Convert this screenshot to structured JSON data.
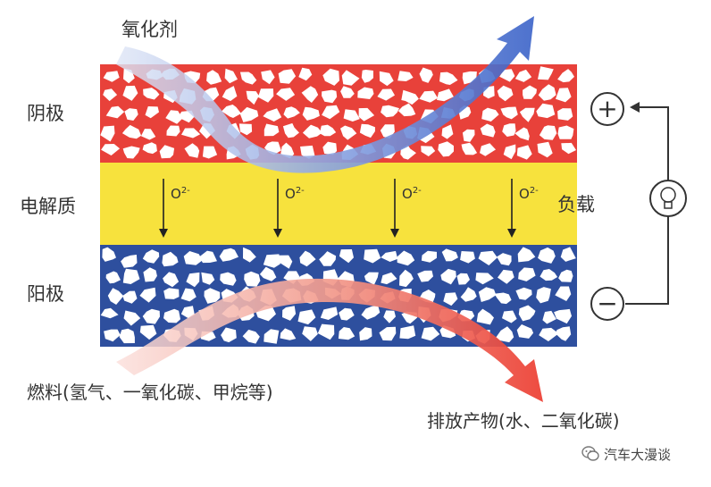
{
  "labels": {
    "oxidant": "氧化剂",
    "cathode": "阴极",
    "electrolyte": "电解质",
    "anode": "阳极",
    "load": "负载",
    "fuel": "燃料(氢气、一氧化碳、甲烷等)",
    "exhaust": "排放产物(水、二氧化碳)",
    "ion": "O",
    "ion_charge": "2-",
    "plus": "+",
    "minus": "−"
  },
  "watermark": "汽车大漫谈",
  "colors": {
    "cathode": "#e8413a",
    "electrolyte": "#f7e23d",
    "anode": "#2e4f9e",
    "pore": "#ffffff",
    "oxidant_arrow": "#4a6fd0",
    "fuel_arrow": "#ee5540"
  },
  "icons": {
    "bulb": "light-bulb-icon",
    "watermark": "wechat-icon"
  }
}
